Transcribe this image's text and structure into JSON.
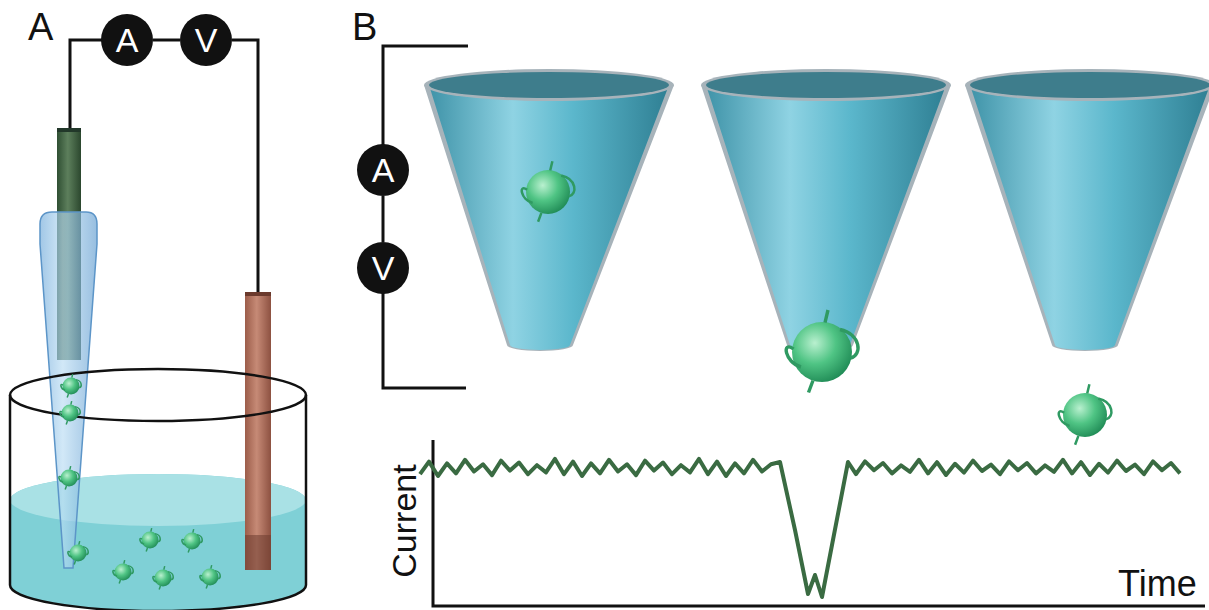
{
  "diagram": {
    "nodes": [
      {
        "text": [
          "A"
        ]
      },
      {
        "text": [
          "V"
        ]
      },
      {
        "text": [
          "A"
        ]
      },
      {
        "text": [
          "V"
        ]
      }
    ],
    "edges": [
      {
        "from": 0,
        "to": 1,
        "arrow": "none"
      },
      {
        "from": 2,
        "to": 3,
        "arrow": "none"
      }
    ],
    "labels": [
      "A",
      "B",
      "Current",
      "Time"
    ]
  }
}
